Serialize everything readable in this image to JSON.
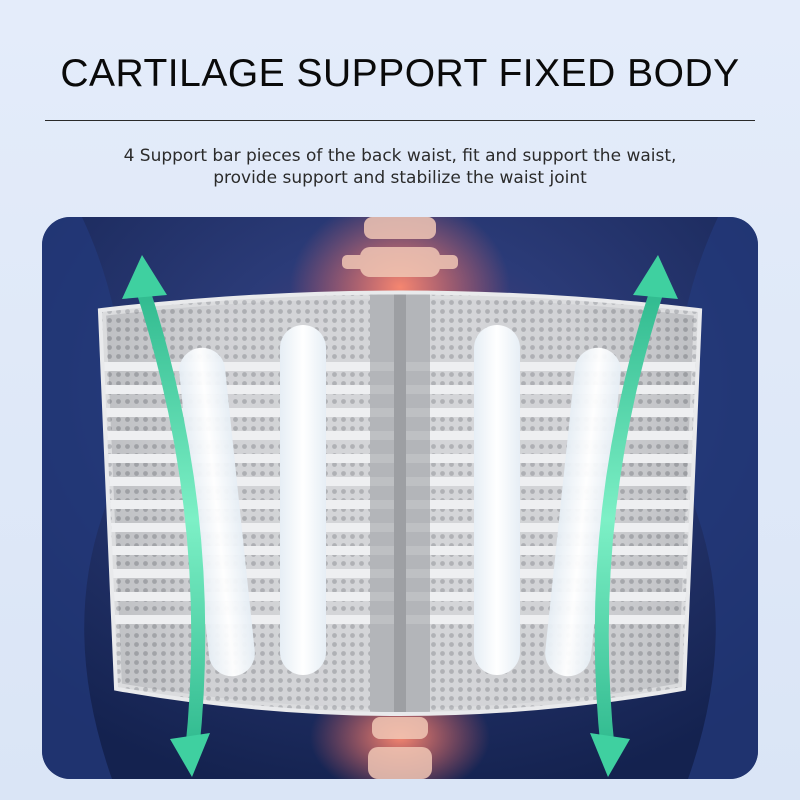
{
  "header": {
    "title": "CARTILAGE SUPPORT FIXED BODY",
    "subtitle_line1": "4 Support bar pieces of the back waist, fit and support the waist,",
    "subtitle_line2": "provide support and stabilize the waist joint"
  },
  "illustration": {
    "subject": "back-support-brace",
    "colors": {
      "background": "#1d2f66",
      "brace": "#c9cacd",
      "arrow": "#3fd0a0",
      "spine_glow": "#ff7a6a"
    }
  }
}
